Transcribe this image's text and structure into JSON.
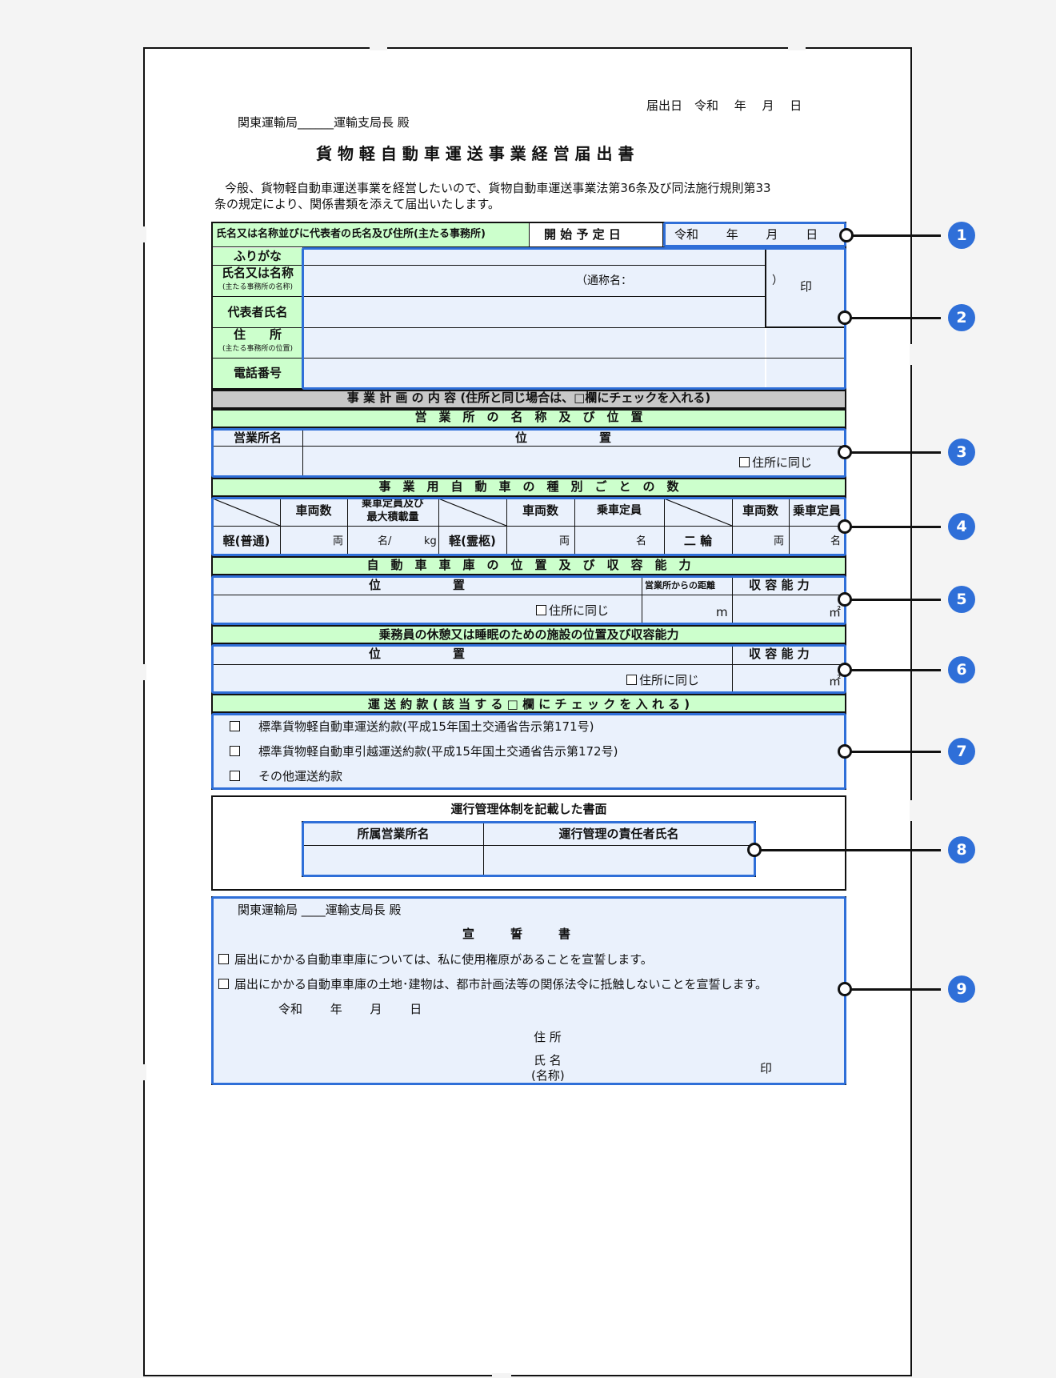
{
  "header": {
    "filing_date": "届出日　令和　 年　 月　 日",
    "addressee": "関東運輸局______運輸支局長  殿",
    "title": "貨 物 軽 自 動 車 運 送 事 業 経 営 届 出 書",
    "intro_line1": "今般、貨物軽自動車運送事業を経営したいので、貨物自動車運送事業法第36条及び同法施行規則第33",
    "intro_line2": "条の規定により、関係書類を添えて届出いたします。"
  },
  "applicant": {
    "row_label": "氏名又は名称並びに代表者の氏名及び住所(主たる事務所)",
    "start_label": "開 始 予 定 日",
    "start_value": "令和　　  年　　  月　　  日",
    "furigana": "ふりがな",
    "name": "氏名又は名称",
    "name_sub": "(主たる事務所の名称)",
    "alias": "（通称名：　　　　　　　　　　　　　）",
    "seal": "印",
    "rep": "代表者氏名",
    "address": "住　　所",
    "address_sub": "(主たる事務所の位置)",
    "phone": "電話番号"
  },
  "plan": {
    "header": "事 業 計 画 の 内 容 (住所と同じ場合は、□欄にチェックを入れる)",
    "office_header": "営　業　所　の　名　称　及　び　位　置",
    "office_name": "営業所名",
    "office_location": "位　　　　　　置",
    "same_address": "住所に同じ",
    "vehicle_header": "事　業　用　自　動　車　の　種　別　ご　と　の　数",
    "count": "車両数",
    "capacity_load_1": "乗車定員及び",
    "capacity_load_2": "最大積載量",
    "capacity": "乗車定員",
    "kei": "軽(普通)",
    "unit_ryo": "両",
    "unit_mei_kg_1": "名/",
    "unit_mei_kg_2": "kg",
    "kei_hearse": "軽(霊柩)",
    "unit_mei": "名",
    "two_wheel": "二 輪",
    "garage_header": "自　動　車　車　庫　の　位　置　及　び　収　容　能　力",
    "location": "位　　　　　　置",
    "distance": "営業所からの距離",
    "holding": "収 容 能 力",
    "unit_m": "m",
    "unit_m2": "㎡",
    "rest_header": "乗務員の休憩又は睡眠のための施設の位置及び収容能力",
    "terms_header": "運 送 約 款 ( 該 当 す る □ 欄 に チ ェ ッ ク を 入 れ る )",
    "terms1": "標準貨物軽自動車運送約款(平成15年国土交通省告示第171号)",
    "terms2": "標準貨物軽自動車引越運送約款(平成15年国土交通省告示第172号)",
    "terms3": "その他運送約款"
  },
  "management": {
    "title": "運行管理体制を記載した書面",
    "office": "所属営業所名",
    "manager": "運行管理の責任者氏名"
  },
  "oath": {
    "addressee": "関東運輸局 ____運輸支局長  殿",
    "title": "宣　　　誓　　　書",
    "line1": "届出にかかる自動車車庫については、私に使用権原があることを宣誓します。",
    "line2": "届出にかかる自動車車庫の土地･建物は、都市計画法等の関係法令に抵触しないことを宣誓します。",
    "date": "令和　　  年　　 月　　 日",
    "address": "住 所",
    "name": "氏 名",
    "name_sub": "(名称)",
    "seal": "印"
  },
  "markers": [
    "1",
    "2",
    "3",
    "4",
    "5",
    "6",
    "7",
    "8",
    "9"
  ],
  "colors": {
    "accent": "#2f6fd8",
    "section_green": "#ccffcc",
    "section_gray": "#c8c8c8"
  }
}
